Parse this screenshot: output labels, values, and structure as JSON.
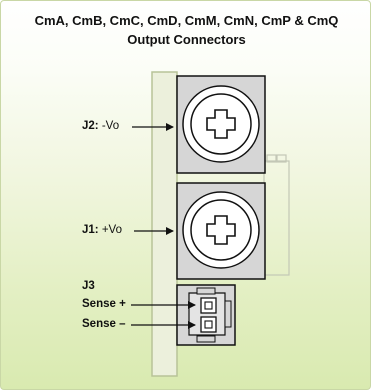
{
  "title": {
    "line1": "CmA, CmB, CmC, CmD, CmM, CmN, CmP & CmQ",
    "line2": "Output Connectors"
  },
  "connectors": {
    "j2": {
      "id": "J2:",
      "signal": "-Vo"
    },
    "j1": {
      "id": "J1:",
      "signal": "+Vo"
    },
    "j3": {
      "id": "J3",
      "pins": [
        "Sense +",
        "Sense –"
      ]
    }
  },
  "colors": {
    "board_fill": "#ecf0dc",
    "board_edge": "#b8c398",
    "terminal_fill": "#d6d6d6",
    "screw_face": "#ffffff",
    "outline": "#111111",
    "arrow": "#111111",
    "background_top": "#ffffff",
    "background_bottom": "#d9eab0"
  },
  "icons": [
    "screw-icon",
    "arrow-icon",
    "pin-icon"
  ]
}
